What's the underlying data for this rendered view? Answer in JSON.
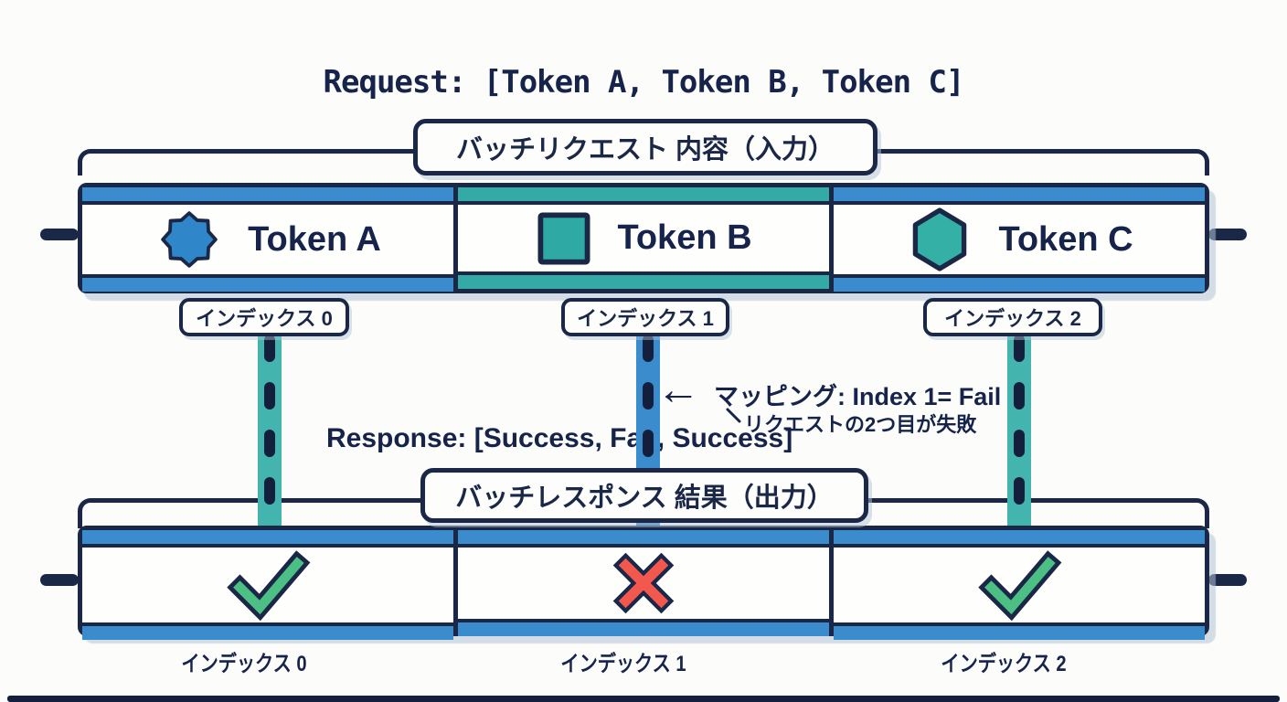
{
  "title": "Request: [Token A, Token B, Token C]",
  "input_section": {
    "label": "バッチリクエスト 内容（入力）",
    "tokens": [
      {
        "name": "Token A",
        "icon": "octagon-badge-icon"
      },
      {
        "name": "Token B",
        "icon": "square-icon"
      },
      {
        "name": "Token C",
        "icon": "hexagon-icon"
      }
    ],
    "index_labels": [
      "インデックス 0",
      "インデックス 1",
      "インデックス 2"
    ]
  },
  "mapping": {
    "arrow_icon": "left-arrow",
    "arrow": "←",
    "label": "マッピング: Index 1= Fail",
    "note": "リクエストの2つ目が失敗"
  },
  "response_text": "Response: [Success, Fail, Success]",
  "output_section": {
    "label": "バッチレスポンス 結果（出力）",
    "results": [
      {
        "status": "Success",
        "icon": "check-icon"
      },
      {
        "status": "Fail",
        "icon": "x-icon"
      },
      {
        "status": "Success",
        "icon": "check-icon"
      }
    ],
    "index_labels": [
      "インデックス 0",
      "インデックス 1",
      "インデックス 2"
    ]
  },
  "colors": {
    "navy": "#1a2747",
    "blue": "#3a8ccd",
    "teal": "#33aaa4",
    "teal_connector": "#43b5ae",
    "green": "#4cc084",
    "red": "#f3584e",
    "background": "#fcfcfa"
  }
}
